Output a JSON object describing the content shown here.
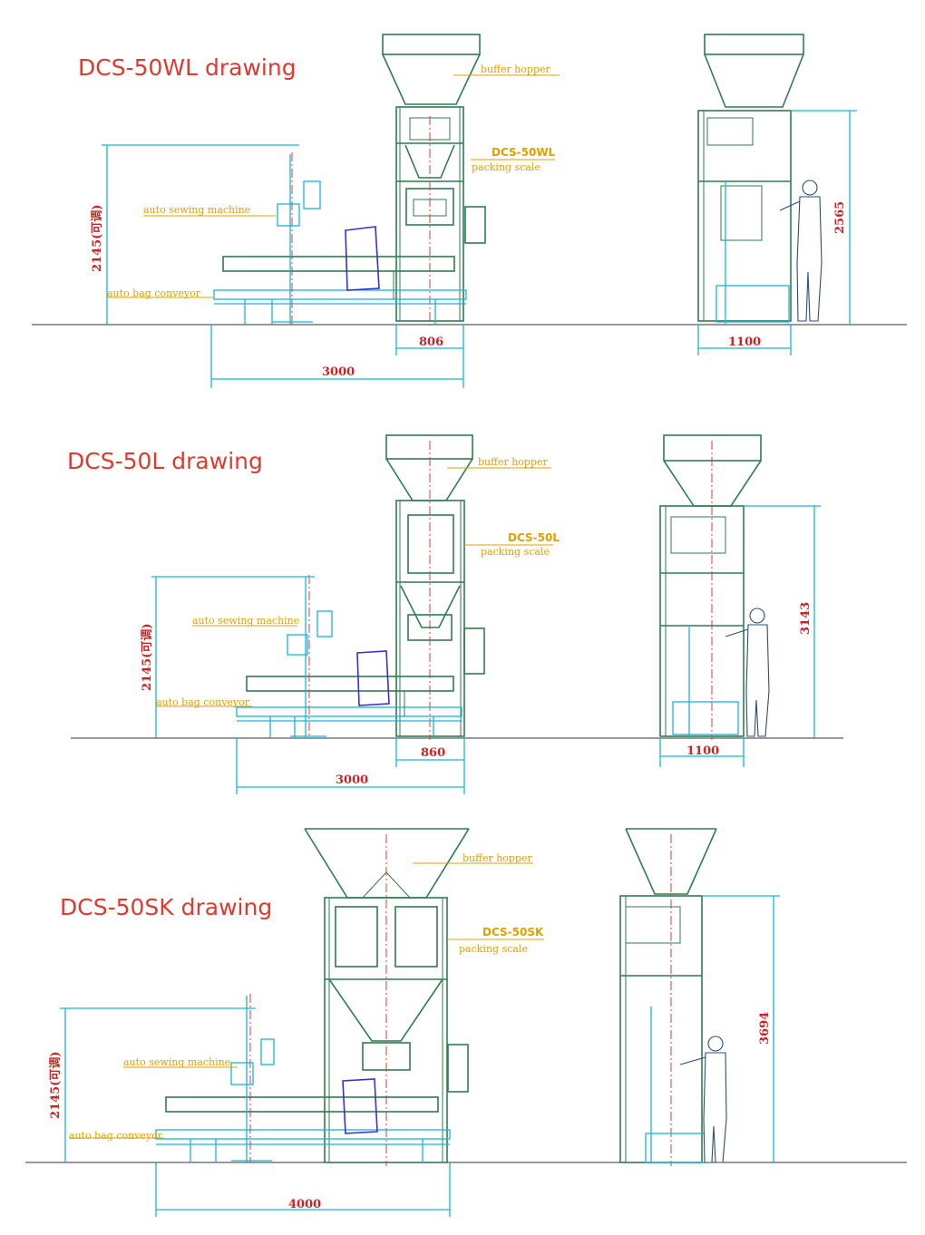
{
  "drawings": [
    {
      "title": "DCS-50WL drawing",
      "labels": {
        "hopper": "buffer hopper",
        "scale_name": "DCS-50WL",
        "scale_sub": "packing scale",
        "sewing": "auto sewing machine",
        "conveyor": "auto bag conveyor"
      },
      "dims": {
        "height_left": "2145(可调)",
        "width_scale": "806",
        "length": "3000",
        "width_side": "1100",
        "height_right": "2565"
      }
    },
    {
      "title": "DCS-50L drawing",
      "labels": {
        "hopper": "buffer hopper",
        "scale_name": "DCS-50L",
        "scale_sub": "packing scale",
        "sewing": "auto sewing machine",
        "conveyor": "auto bag conveyor"
      },
      "dims": {
        "height_left": "2145(可调)",
        "width_scale": "860",
        "length": "3000",
        "width_side": "1100",
        "height_right": "3143"
      }
    },
    {
      "title": "DCS-50SK drawing",
      "labels": {
        "hopper": "buffer hopper",
        "scale_name": "DCS-50SK",
        "scale_sub": "packing scale",
        "sewing": "auto sewing machine",
        "conveyor": "auto bag conveyor"
      },
      "dims": {
        "height_left": "2145(可调)",
        "length": "4000",
        "height_right": "3694"
      }
    }
  ],
  "colors": {
    "title": "#e03a2f",
    "frame": "#2e7d4f",
    "conveyor": "#17b6d6",
    "dimension": "#cc2222",
    "label": "#e0a000",
    "bag": "#3a2fd1"
  }
}
